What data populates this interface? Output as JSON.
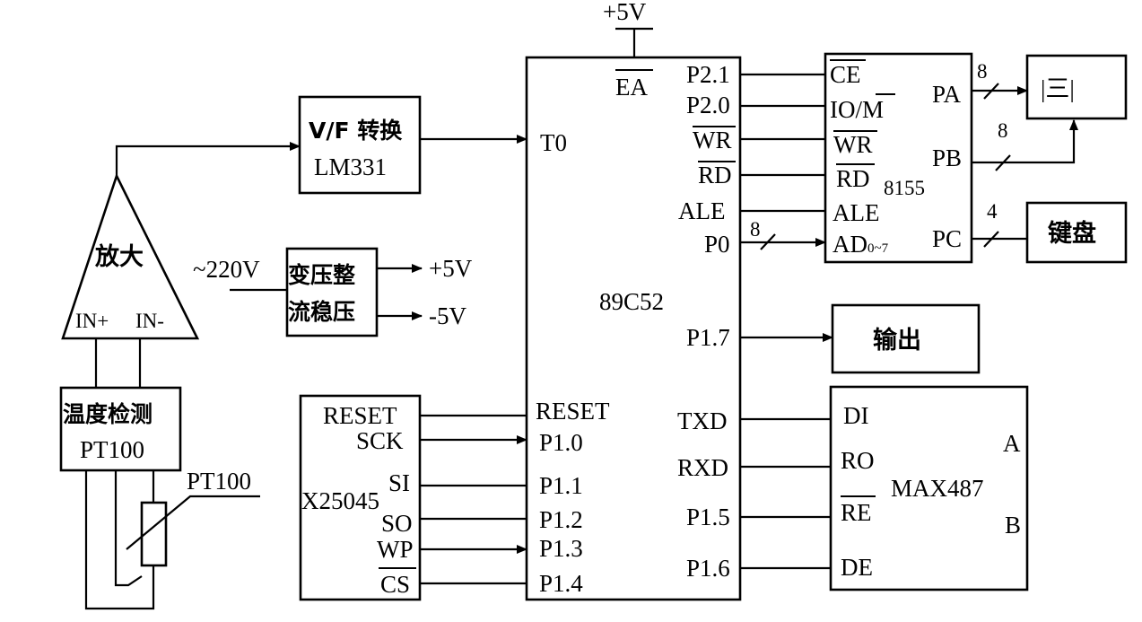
{
  "supply_top": "+5V",
  "mcu": {
    "name": "89C52",
    "ea": "EA",
    "t0": "T0",
    "reset": "RESET",
    "p1_0": "P1.0",
    "p1_1": "P1.1",
    "p1_2": "P1.2",
    "p1_3": "P1.3",
    "p1_4": "P1.4",
    "p2_1": "P2.1",
    "p2_0": "P2.0",
    "wr": "WR",
    "rd": "RD",
    "ale": "ALE",
    "p0": "P0",
    "p1_7": "P1.7",
    "txd": "TXD",
    "rxd": "RXD",
    "p1_5": "P1.5",
    "p1_6": "P1.6"
  },
  "chip8155": {
    "name": "8155",
    "ce": "CE",
    "io_m_a": "IO/",
    "io_m_b": "M",
    "wr": "WR",
    "rd": "RD",
    "ale": "ALE",
    "ad": "AD",
    "ad_sub": "0~7",
    "pa": "PA",
    "pb": "PB",
    "pc": "PC"
  },
  "bus_width": {
    "p0": "8",
    "pa": "8",
    "pb": "8",
    "pc": "4"
  },
  "vf": {
    "line1": "V/F 转换",
    "line2": "LM331"
  },
  "amp": {
    "label": "放大",
    "in_plus": "IN+",
    "in_minus": "IN-"
  },
  "temp": {
    "line1": "温度检测",
    "line2": "PT100"
  },
  "sensor_label": "PT100",
  "power": {
    "input": "~220V",
    "line1": "变压整",
    "line2": "流稳压",
    "out_pos": "+5V",
    "out_neg": "-5V"
  },
  "x25045": {
    "name": "X25045",
    "reset": "RESET",
    "sck": "SCK",
    "si": "SI",
    "so": "SO",
    "wp": "WP",
    "cs": "CS"
  },
  "output_box": "输出",
  "keyboard": "键盘",
  "max487": {
    "name": "MAX487",
    "di": "DI",
    "ro": "RO",
    "re": "RE",
    "de": "DE",
    "a": "A",
    "b": "B"
  },
  "display_glyph": "|三|"
}
